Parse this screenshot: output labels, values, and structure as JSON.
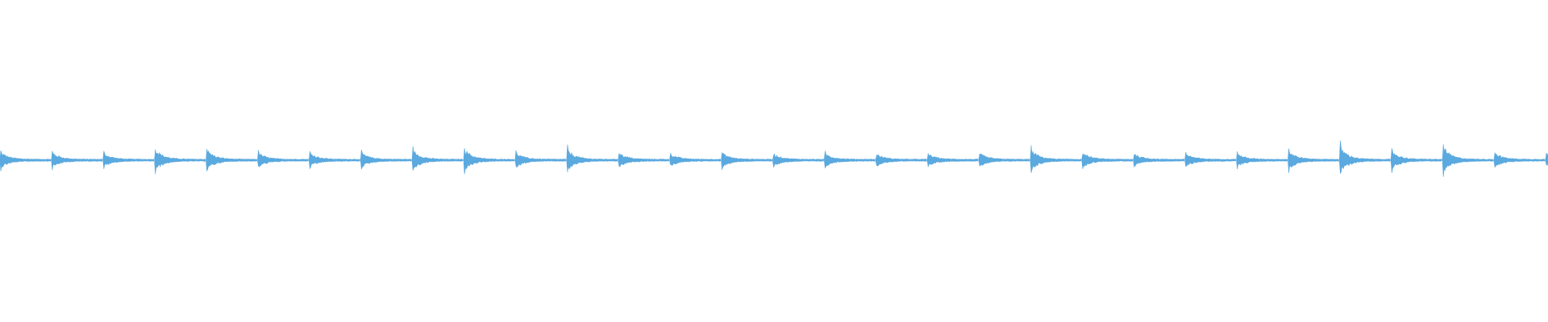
{
  "waveform": {
    "color": "#5aa9df",
    "background": "#ffffff",
    "onset_count": 31,
    "onset_peaks": [
      0.55,
      0.52,
      0.48,
      0.78,
      0.72,
      0.5,
      0.5,
      0.5,
      0.7,
      0.78,
      0.5,
      0.75,
      0.5,
      0.42,
      0.5,
      0.42,
      0.45,
      0.4,
      0.42,
      0.45,
      0.72,
      0.5,
      0.42,
      0.45,
      0.45,
      0.65,
      0.95,
      0.65,
      0.92,
      0.5,
      0.42
    ]
  }
}
